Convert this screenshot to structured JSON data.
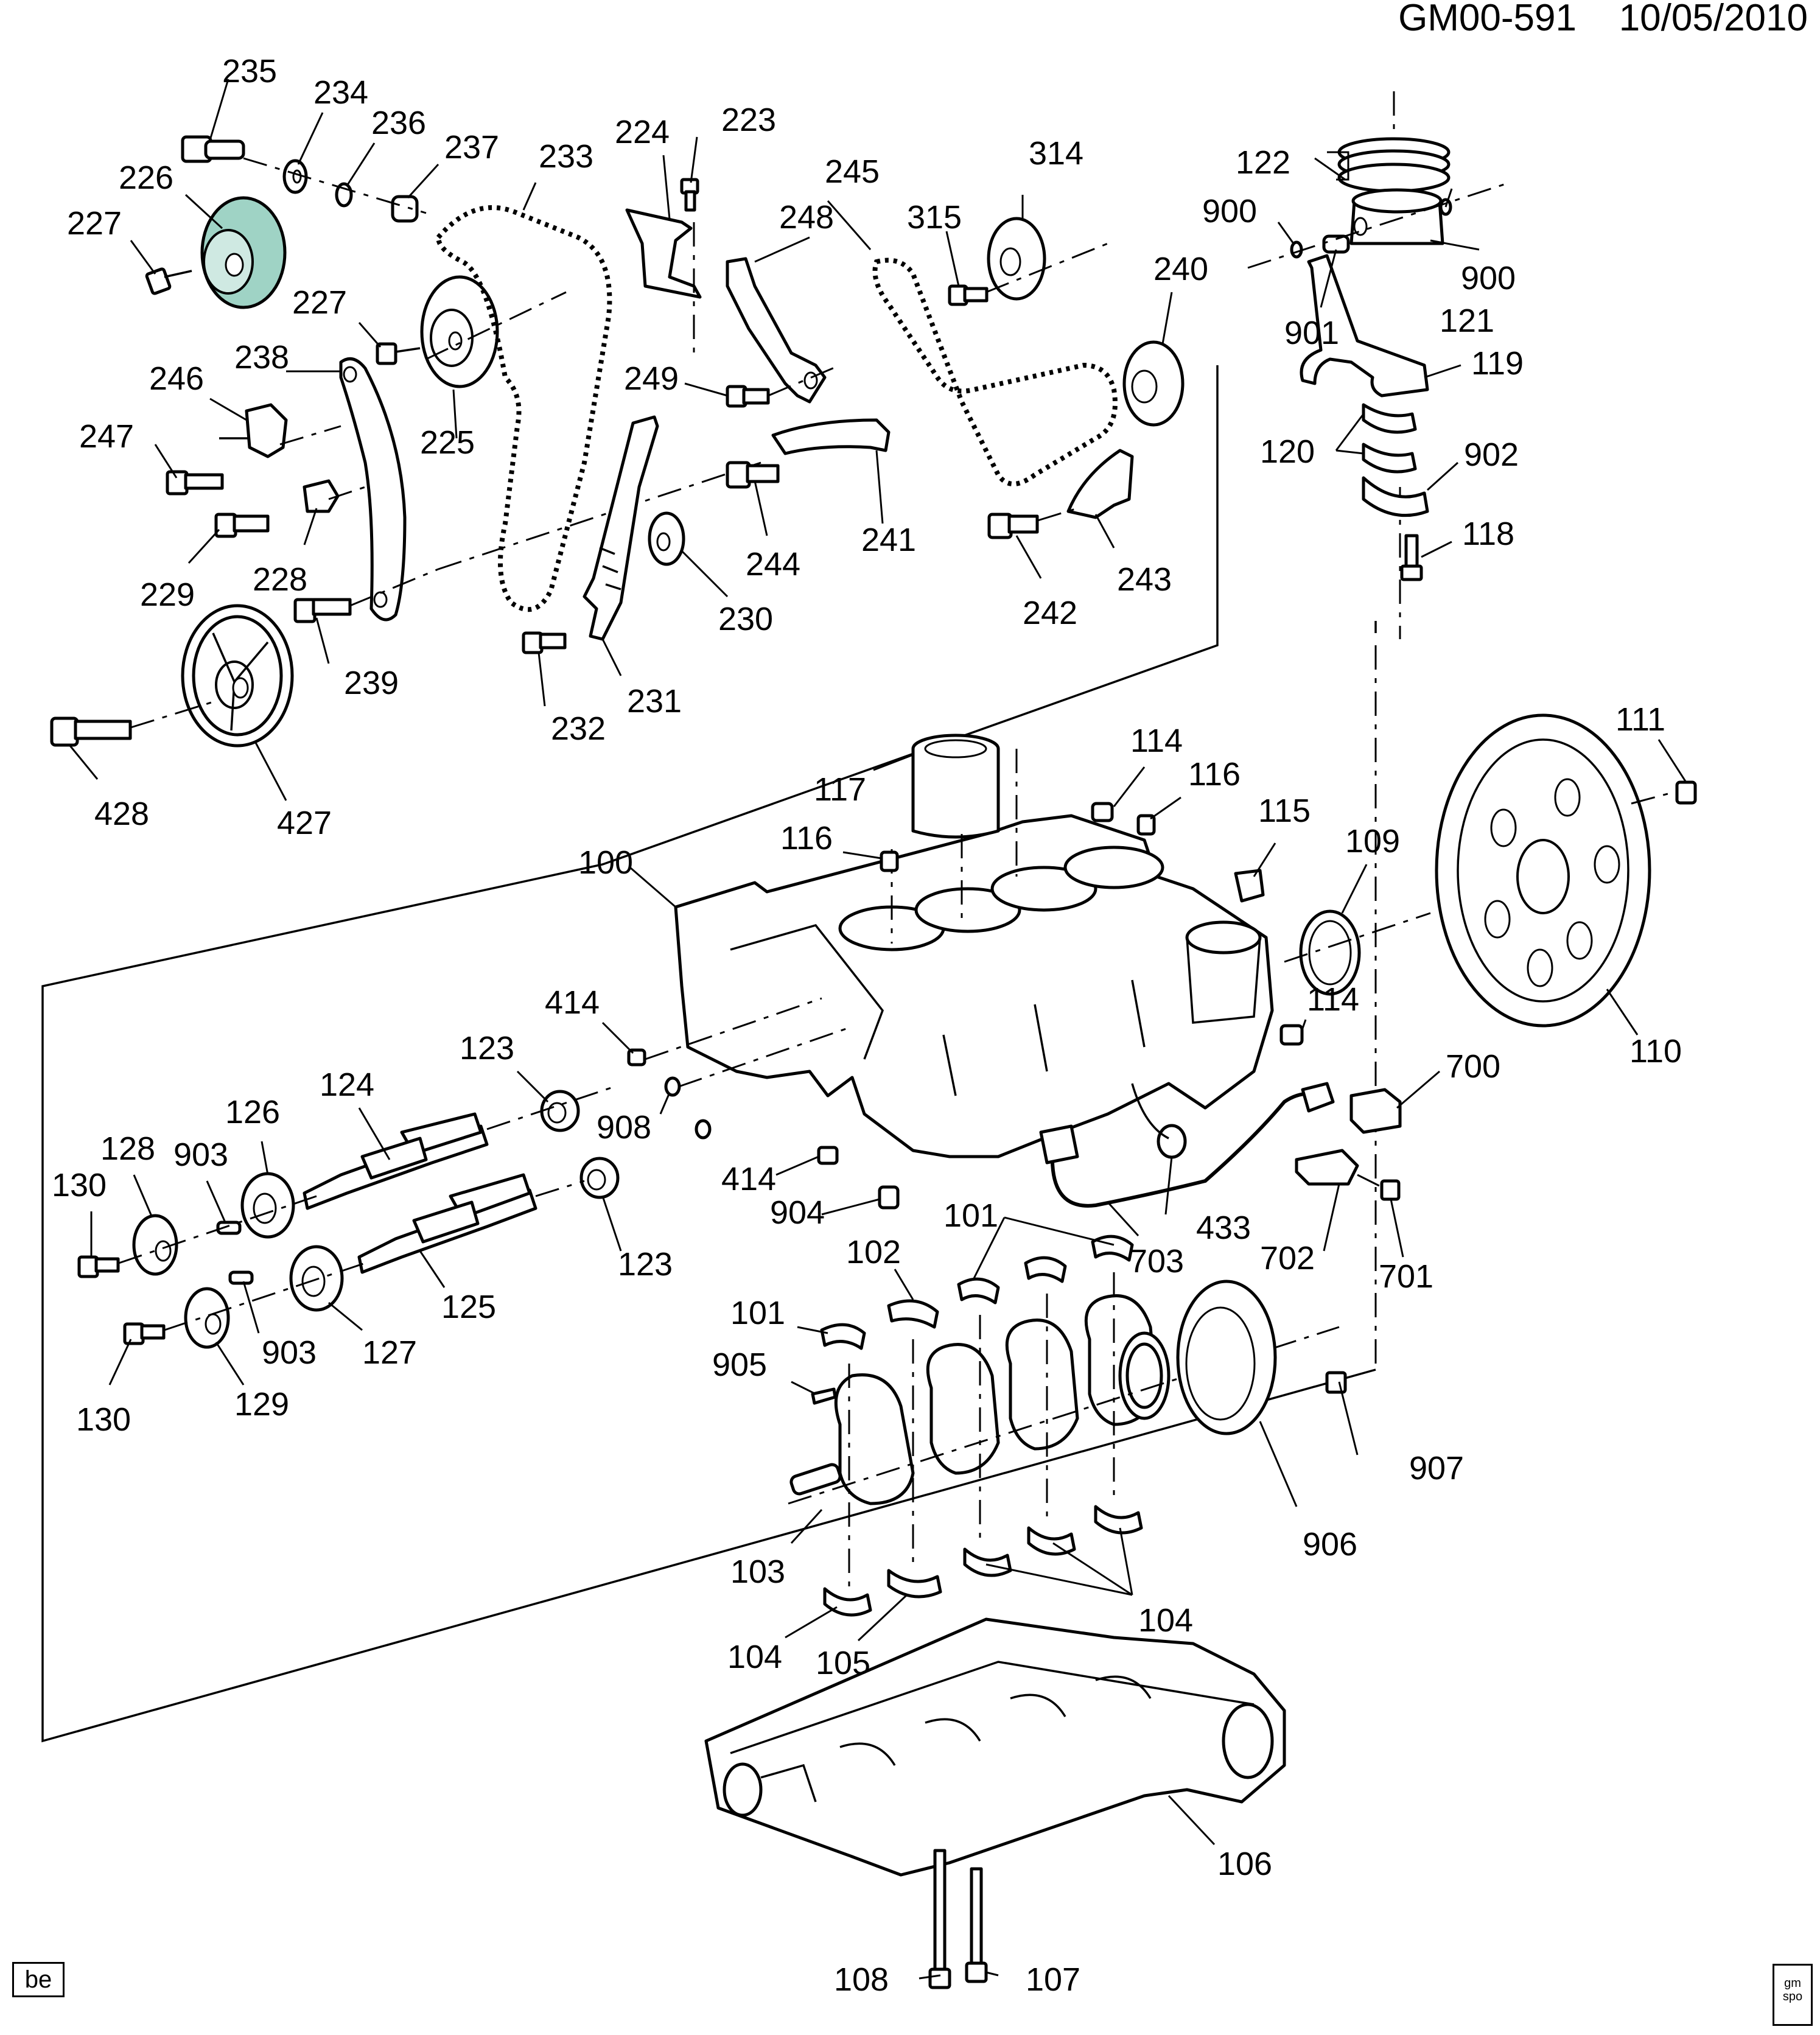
{
  "header": {
    "diagram_id": "GM00-591",
    "date": "10/05/2010"
  },
  "corner_tag": "be",
  "logo": {
    "line1": "gm",
    "line2": "spo"
  },
  "highlight_color": "#9fd3c5",
  "callouts": {
    "c100": "100",
    "c101a": "101",
    "c101b": "101",
    "c102": "102",
    "c103": "103",
    "c104a": "104",
    "c104b": "104",
    "c105": "105",
    "c106": "106",
    "c107": "107",
    "c108": "108",
    "c109": "109",
    "c110": "110",
    "c111": "111",
    "c114a": "114",
    "c114b": "114",
    "c115": "115",
    "c116a": "116",
    "c116b": "116",
    "c117": "117",
    "c118": "118",
    "c119": "119",
    "c120": "120",
    "c121": "121",
    "c122": "122",
    "c123a": "123",
    "c123b": "123",
    "c124": "124",
    "c125": "125",
    "c126": "126",
    "c127": "127",
    "c128": "128",
    "c129": "129",
    "c130a": "130",
    "c130b": "130",
    "c223": "223",
    "c224": "224",
    "c225": "225",
    "c226": "226",
    "c227a": "227",
    "c227b": "227",
    "c228": "228",
    "c229": "229",
    "c230": "230",
    "c231": "231",
    "c232": "232",
    "c233": "233",
    "c234": "234",
    "c235": "235",
    "c236": "236",
    "c237": "237",
    "c238": "238",
    "c239": "239",
    "c240": "240",
    "c241": "241",
    "c242": "242",
    "c243": "243",
    "c244": "244",
    "c245": "245",
    "c246": "246",
    "c247": "247",
    "c248": "248",
    "c249": "249",
    "c314": "314",
    "c315": "315",
    "c414a": "414",
    "c414b": "414",
    "c427": "427",
    "c428": "428",
    "c433": "433",
    "c700": "700",
    "c701": "701",
    "c702": "702",
    "c703": "703",
    "c900a": "900",
    "c900b": "900",
    "c901": "901",
    "c902": "902",
    "c903a": "903",
    "c903b": "903",
    "c904": "904",
    "c905": "905",
    "c906": "906",
    "c907": "907",
    "c908": "908"
  }
}
